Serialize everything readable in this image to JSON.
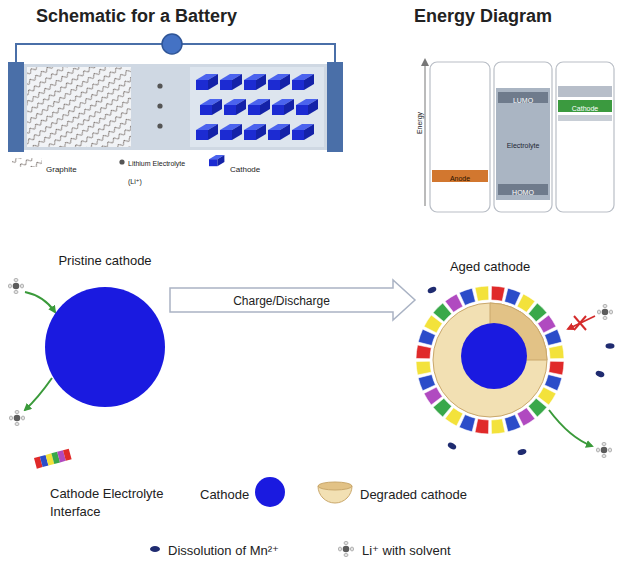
{
  "diagram": {
    "nodes": [
      {
        "text": [
          "Anode"
        ]
      },
      {
        "text": [
          "Electrolyte"
        ]
      },
      {
        "text": [
          "LUMO"
        ],
        "in": 1
      },
      {
        "text": [
          "HOMO"
        ],
        "in": 1
      },
      {
        "text": [
          "Cathode"
        ]
      },
      {
        "text": [
          "Pristine cathode"
        ]
      },
      {
        "text": [
          "Aged cathode"
        ]
      }
    ],
    "edges": [
      {
        "from": 5,
        "to": 6,
        "arrow": "to",
        "label": "Charge/Discharge"
      }
    ],
    "labels": [
      "Schematic for a Battery",
      "Energy Diagram",
      "Energy"
    ],
    "legend": [
      {
        "text": "Graphite"
      },
      {
        "text": "Lithium Electrolyte (Li⁺)"
      },
      {
        "text": "Cathode"
      },
      {
        "text": "Cathode Electrolyte Interface"
      },
      {
        "text": "Cathode"
      },
      {
        "text": "Degraded cathode"
      },
      {
        "text": "Dissolution of Mn²⁺"
      },
      {
        "text": "Li⁺ with solvent"
      }
    ]
  }
}
